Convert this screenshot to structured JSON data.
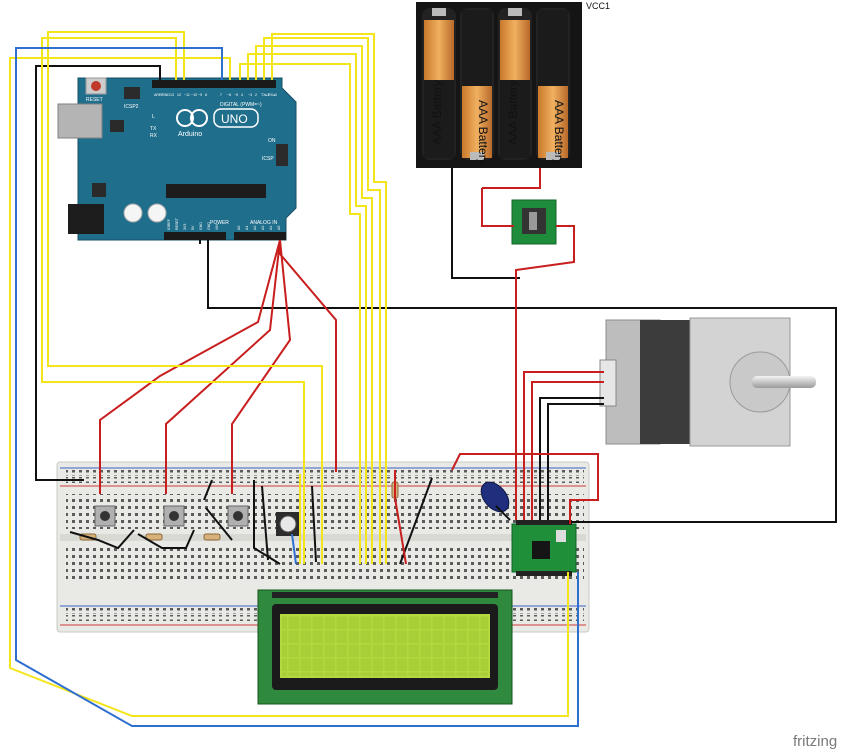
{
  "arduino": {
    "board_label": "UNO",
    "brand": "Arduino",
    "reset_label": "RESET",
    "icsp2_label": "ICSP2",
    "icsp_label": "ICSP",
    "digital_label": "DIGITAL (PWM=~)",
    "power_label": "POWER",
    "analog_label": "ANALOG IN",
    "l_label": "L",
    "tx_label": "TX",
    "rx_label": "RX",
    "on_label": "ON",
    "top_pin_labels": [
      "AREF",
      "GND",
      "13",
      "12",
      "~11",
      "~10",
      "~9",
      "8",
      "7",
      "~6",
      "~5",
      "4",
      "~3",
      "2",
      "TX▸1",
      "RX◂0"
    ],
    "power_pin_labels": [
      "IOREF",
      "RESET",
      "3V3",
      "5V",
      "GND",
      "GND",
      "VIN"
    ],
    "analog_pin_labels": [
      "A0",
      "A1",
      "A2",
      "A3",
      "A4",
      "A5"
    ]
  },
  "battery": {
    "cell_labels": [
      "AAA Battery",
      "AAA Battery",
      "AAA Battery",
      "AAA Battery"
    ],
    "vcc_label": "VCC1"
  },
  "footer": {
    "logo": "fritzing"
  },
  "colors": {
    "wire_yellow": "#f3e51a",
    "wire_blue": "#2f6fd0",
    "wire_red": "#c81e1e",
    "wire_black": "#111111",
    "arduino_blue": "#1f6e8c",
    "breadboard": "#e8e8e4",
    "lcd_pcb": "#2f8a3e",
    "lcd_screen": "#b4d840",
    "driver_pcb": "#1f8f3a"
  }
}
